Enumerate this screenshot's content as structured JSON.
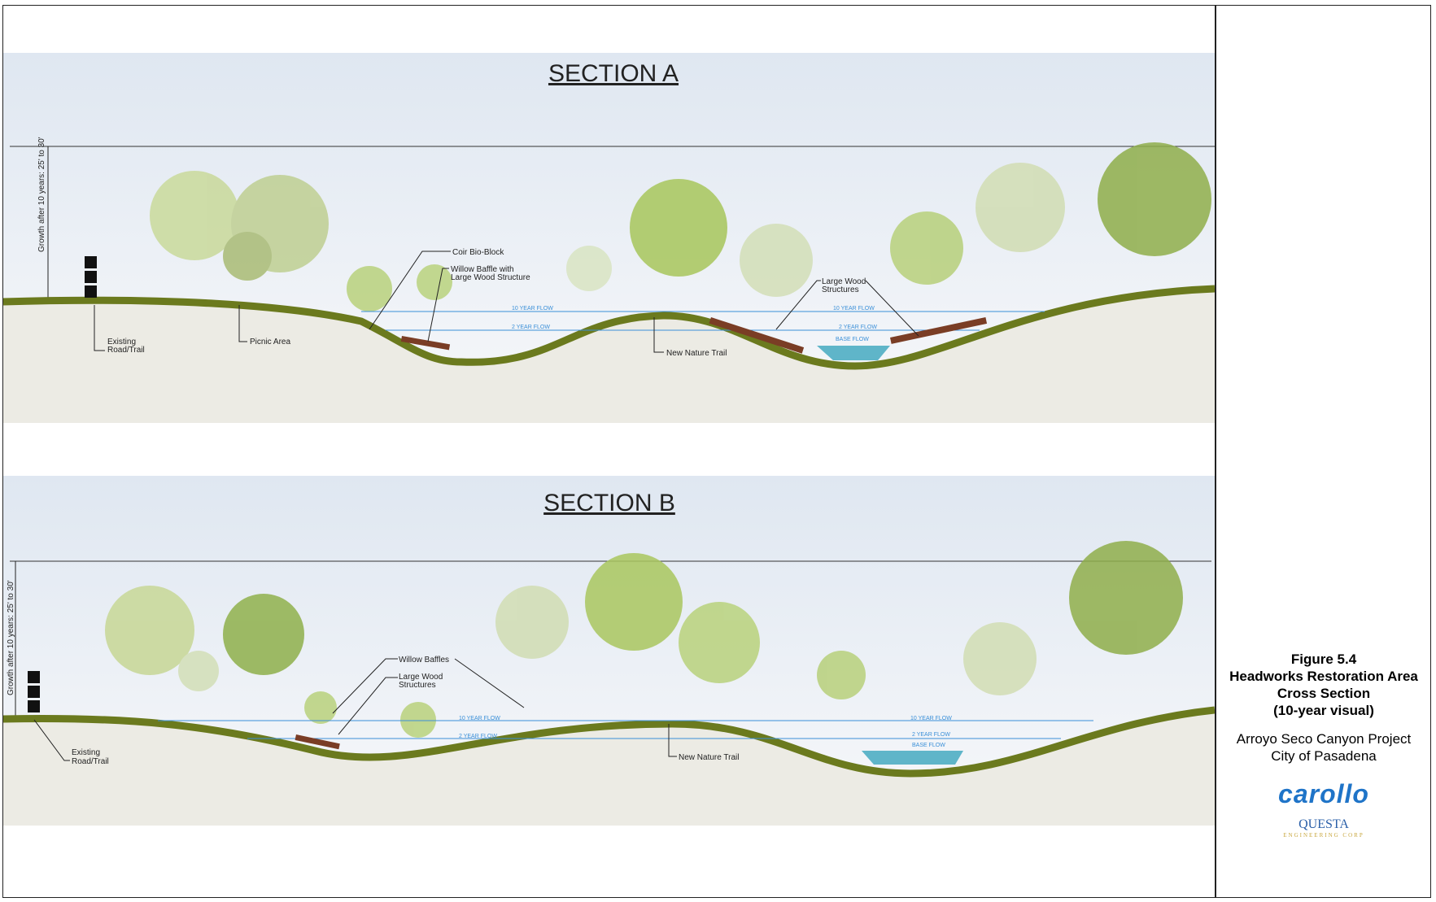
{
  "section_a": {
    "title": "SECTION A",
    "height_label": "Growth after 10 years: 25' to 30'",
    "labels": {
      "road": [
        "Existing",
        "Road/Trail"
      ],
      "picnic": "Picnic Area",
      "coir": "Coir Bio-Block",
      "willow": [
        "Willow Baffle with",
        "Large Wood Structure"
      ],
      "trail": "New Nature Trail",
      "wood": [
        "Large Wood",
        "Structures"
      ]
    },
    "flows": {
      "ten": "10 YEAR FLOW",
      "two": "2 YEAR FLOW",
      "base": "BASE FLOW"
    }
  },
  "section_b": {
    "title": "SECTION B",
    "height_label": "Growth after 10 years: 25' to 30'",
    "labels": {
      "road": [
        "Existing",
        "Road/Trail"
      ],
      "willow": "Willow Baffles",
      "wood": [
        "Large Wood",
        "Structures"
      ],
      "trail": "New Nature Trail"
    },
    "flows": {
      "ten": "10 YEAR FLOW",
      "two": "2 YEAR FLOW",
      "base": "BASE FLOW"
    }
  },
  "panel": {
    "figure": "Figure 5.4",
    "title1": "Headworks Restoration Area",
    "title2": "Cross Section",
    "title3": "(10-year visual)",
    "project": "Arroyo Seco Canyon Project",
    "city": "City of Pasadena",
    "logo1": "carollo",
    "logo2": "QUESTA",
    "logo2_sub": "ENGINEERING CORP"
  },
  "colors": {
    "grass": "#6b7a1e",
    "soil": "#ecebe4",
    "sky": "#e6edf5",
    "water": "#5fb5c9",
    "flow": "#3a8fd8"
  }
}
